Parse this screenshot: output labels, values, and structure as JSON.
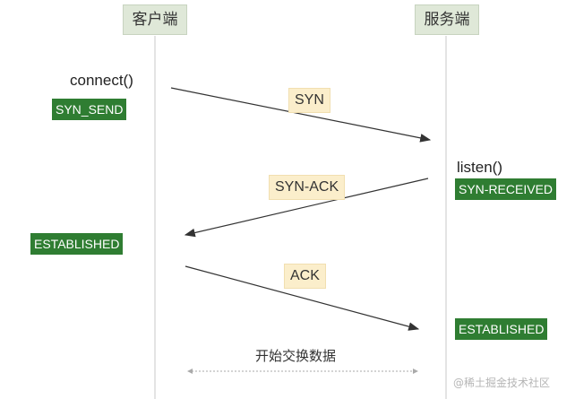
{
  "roles": {
    "client": "客户端",
    "server": "服务端"
  },
  "client_side": {
    "connect_call": "connect()",
    "syn_send_state": "SYN_SEND",
    "established_state": "ESTABLISHED"
  },
  "server_side": {
    "listen_call": "listen()",
    "syn_received_state": "SYN-RECEIVED",
    "established_state": "ESTABLISHED"
  },
  "messages": {
    "syn": "SYN",
    "syn_ack": "SYN-ACK",
    "ack": "ACK"
  },
  "data_exchange": "开始交换数据",
  "watermark": "@稀土掘金技术社区",
  "colors": {
    "state_green": "#2f7d32",
    "message_bg": "#fbeecb",
    "role_box_bg": "#dfe8d8",
    "lifeline": "#dcdcdc",
    "arrow": "#333333"
  }
}
